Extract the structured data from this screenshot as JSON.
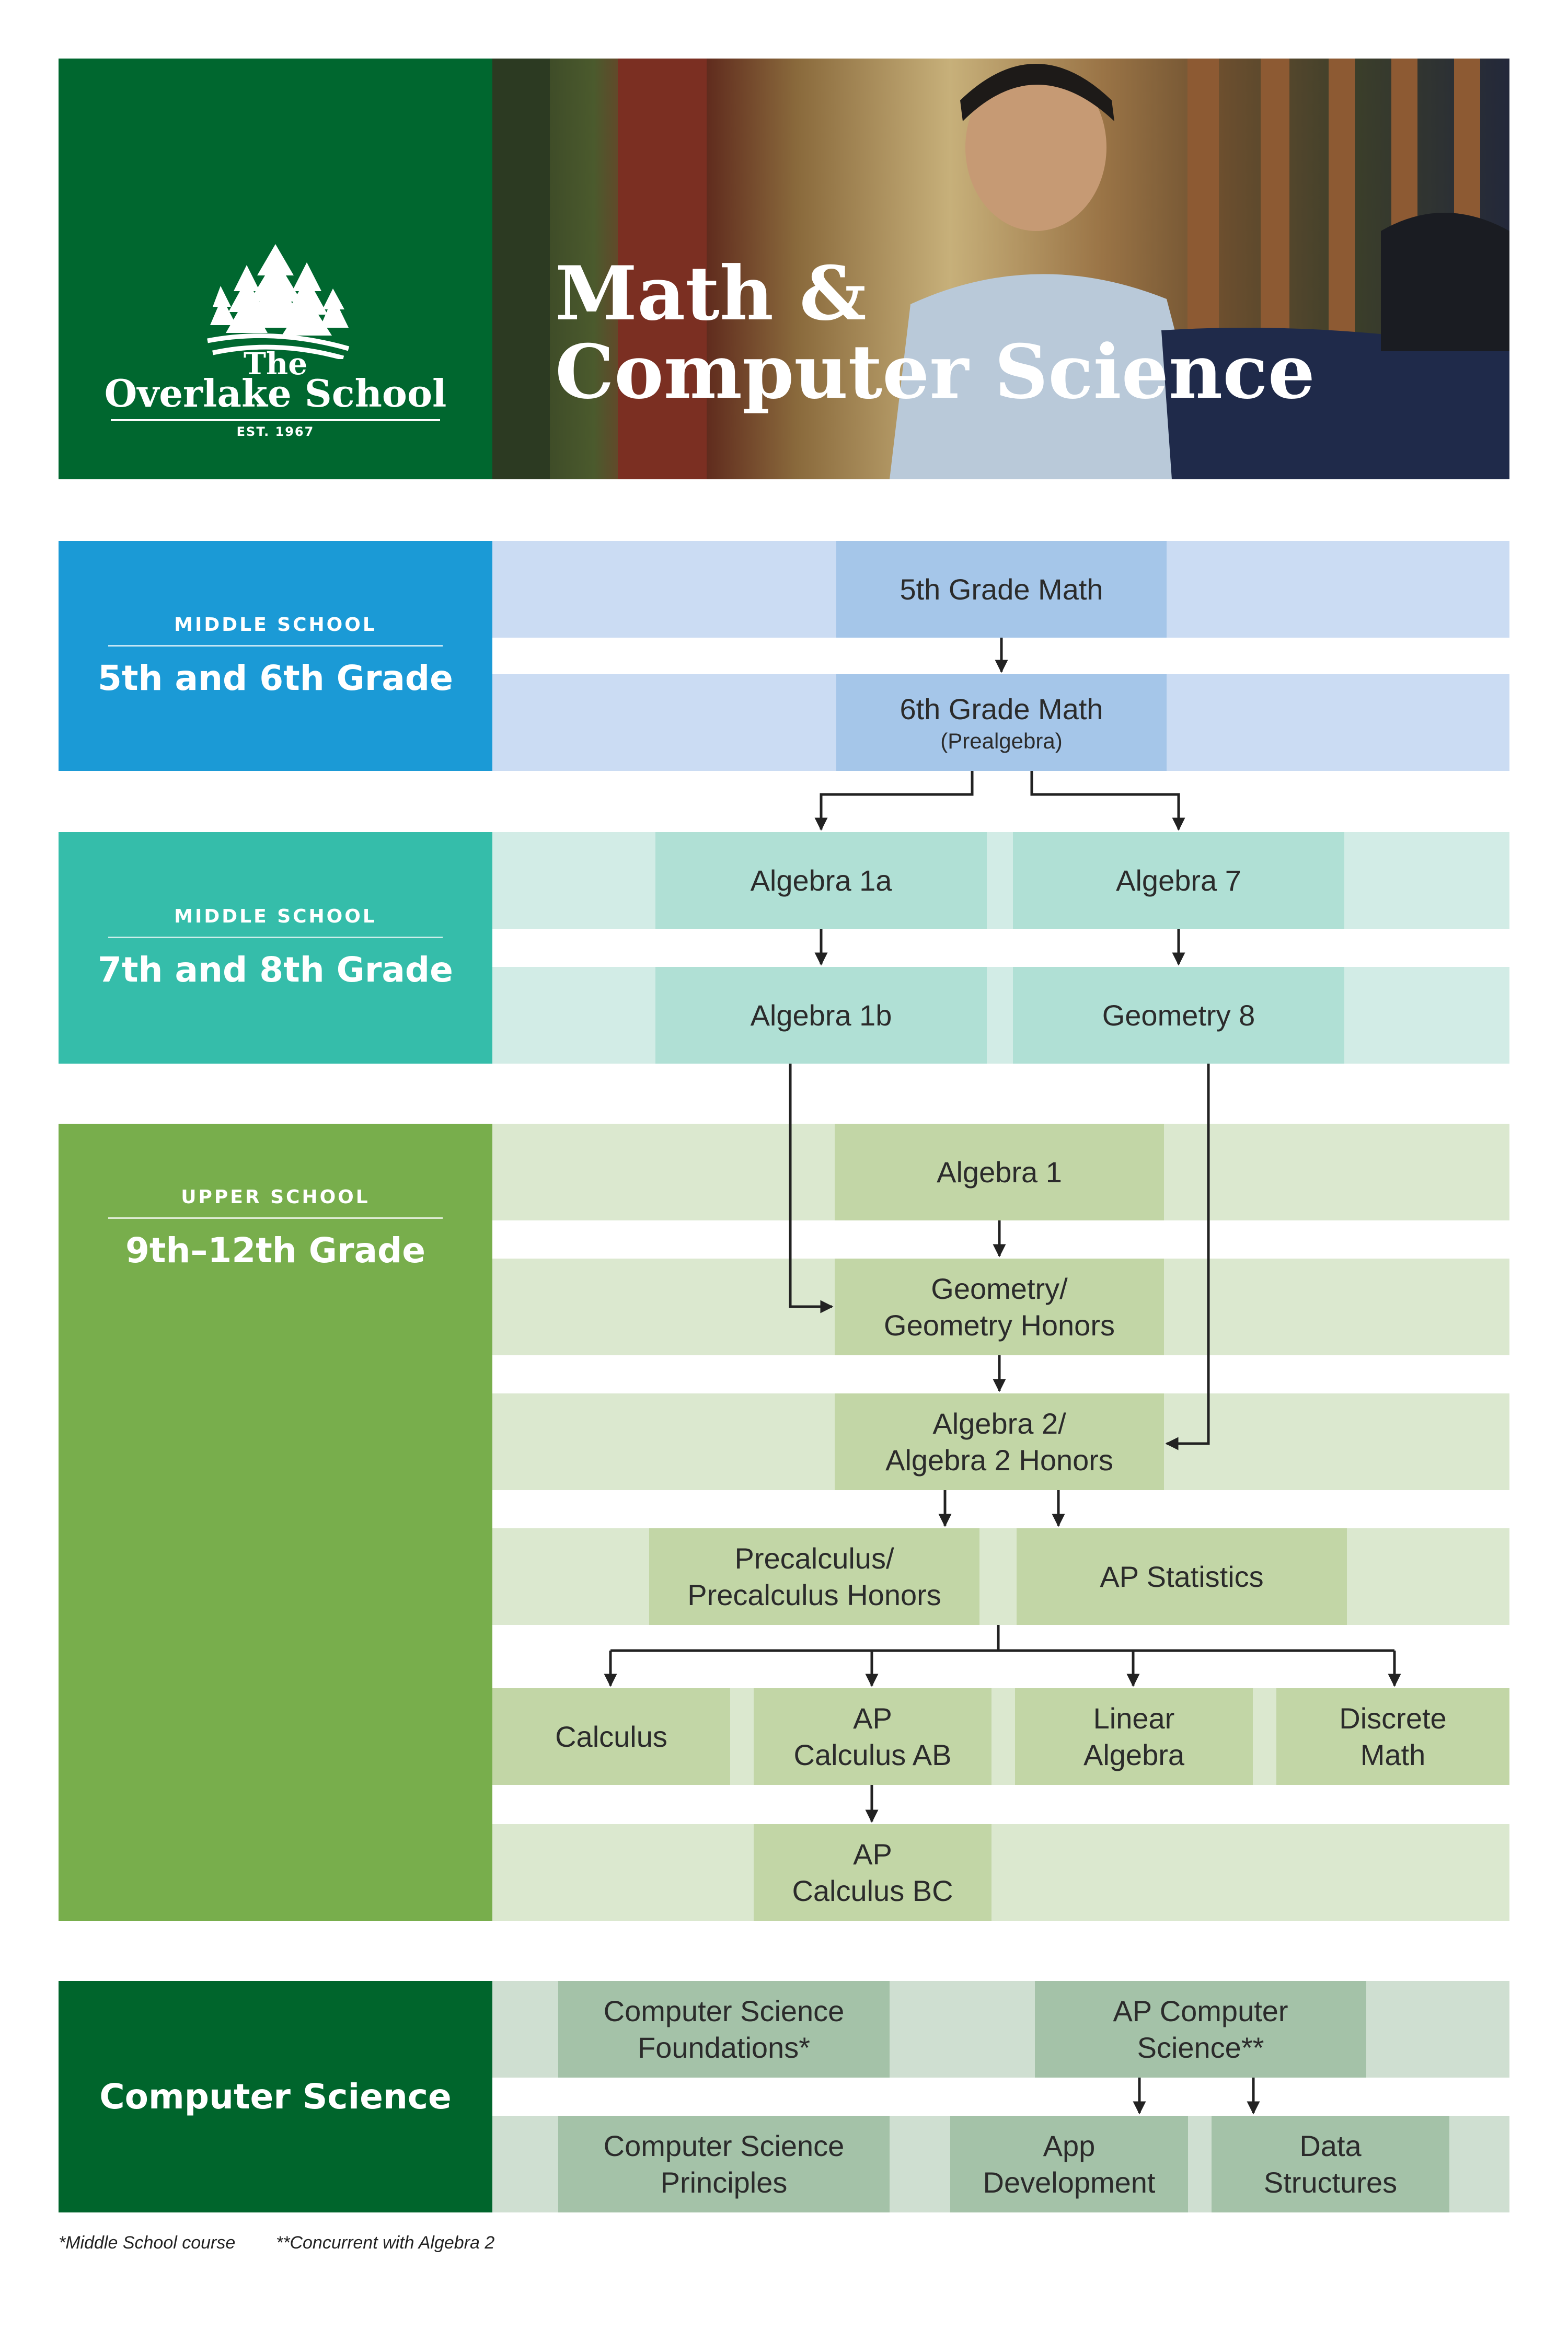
{
  "header": {
    "title_line1": "Math &",
    "title_line2": "Computer Science",
    "logo": {
      "the": "The",
      "name": "Overlake School",
      "est": "EST. 1967"
    },
    "photo_description": "student reading"
  },
  "sections": {
    "ms56": {
      "label": "MIDDLE SCHOOL",
      "title": "5th and 6th Grade"
    },
    "ms78": {
      "label": "MIDDLE SCHOOL",
      "title": "7th and 8th Grade"
    },
    "us": {
      "label": "UPPER SCHOOL",
      "title": "9th–12th Grade"
    },
    "cs": {
      "title": "Computer Science"
    }
  },
  "courses": {
    "grade5": "5th Grade Math",
    "grade6": "6th Grade Math",
    "grade6_sub": "(Prealgebra)",
    "alg1a": "Algebra 1a",
    "alg7": "Algebra 7",
    "alg1b": "Algebra 1b",
    "geo8": "Geometry 8",
    "alg1": "Algebra 1",
    "geo_l1": "Geometry/",
    "geo_l2": "Geometry Honors",
    "alg2_l1": "Algebra 2/",
    "alg2_l2": "Algebra 2 Honors",
    "precalc_l1": "Precalculus/",
    "precalc_l2": "Precalculus Honors",
    "apstats": "AP Statistics",
    "calculus": "Calculus",
    "apcalcab_l1": "AP",
    "apcalcab_l2": "Calculus AB",
    "linalg_l1": "Linear",
    "linalg_l2": "Algebra",
    "discrete_l1": "Discrete",
    "discrete_l2": "Math",
    "apcalcbc_l1": "AP",
    "apcalcbc_l2": "Calculus BC",
    "csf_l1": "Computer Science",
    "csf_l2": "Foundations*",
    "apcs_l1": "AP Computer",
    "apcs_l2": "Science**",
    "csp_l1": "Computer Science",
    "csp_l2": "Principles",
    "appdev_l1": "App",
    "appdev_l2": "Development",
    "ds_l1": "Data",
    "ds_l2": "Structures"
  },
  "footnotes": {
    "note1": "*Middle School course",
    "note2": "**Concurrent with Algebra 2"
  },
  "colors": {
    "dark_green": "#00672f",
    "blue": "#1b9ad6",
    "teal": "#35bdaa",
    "green": "#78ae4c",
    "cs_green": "#00652c"
  }
}
